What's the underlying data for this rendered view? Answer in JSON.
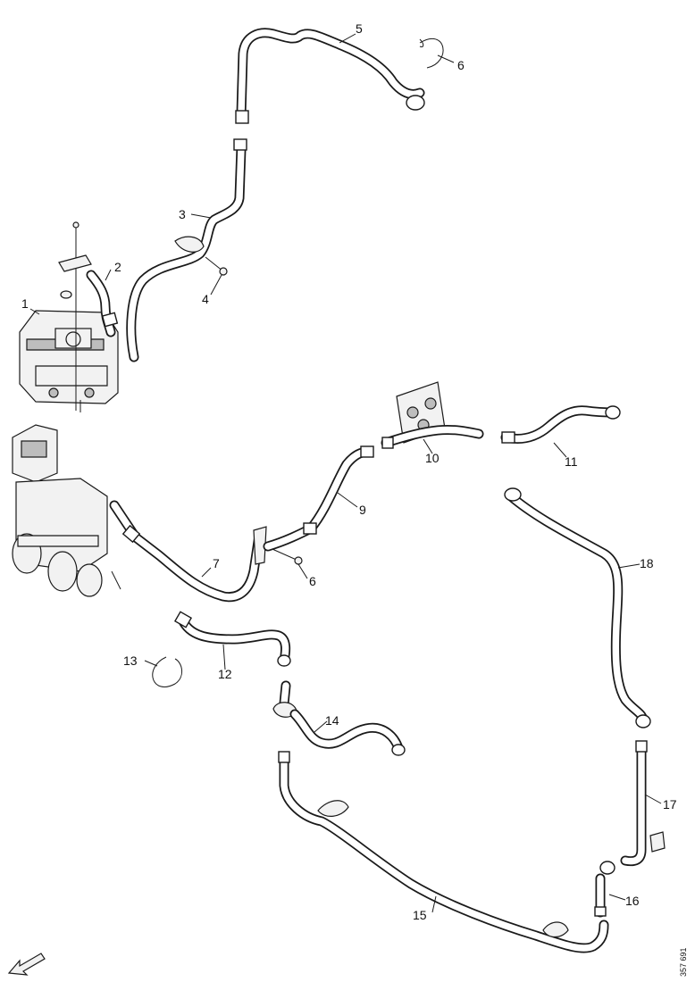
{
  "callouts": {
    "c1": "1",
    "c2": "2",
    "c3": "3",
    "c4": "4",
    "c5": "5",
    "c6a": "6",
    "c6b": "6",
    "c7": "7",
    "c9": "9",
    "c10": "10",
    "c11": "11",
    "c12": "12",
    "c13": "13",
    "c14": "14",
    "c15": "15",
    "c16": "16",
    "c17": "17",
    "c18": "18"
  },
  "reference": "357 691",
  "icons": {
    "direction": "direction-arrow-icon"
  }
}
